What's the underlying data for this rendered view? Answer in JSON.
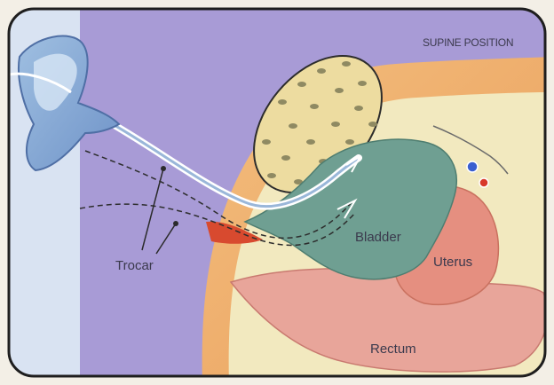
{
  "diagram": {
    "title": "SUPINE POSITION",
    "labels": {
      "trocar": "Trocar",
      "bladder": "Bladder",
      "uterus": "Uterus",
      "rectum": "Rectum"
    }
  },
  "colors": {
    "background_left": "#d9e3f2",
    "background_main": "#a89bd6",
    "skin": "#f0b36f",
    "pubic_bone": "#eddca0",
    "tissue": "#f2e9bf",
    "bladder": "#6f9f92",
    "uterus": "#e58f80",
    "rectum": "#e8a59a",
    "instrument": "#bcd3e9",
    "border": "#1e1e1e"
  }
}
